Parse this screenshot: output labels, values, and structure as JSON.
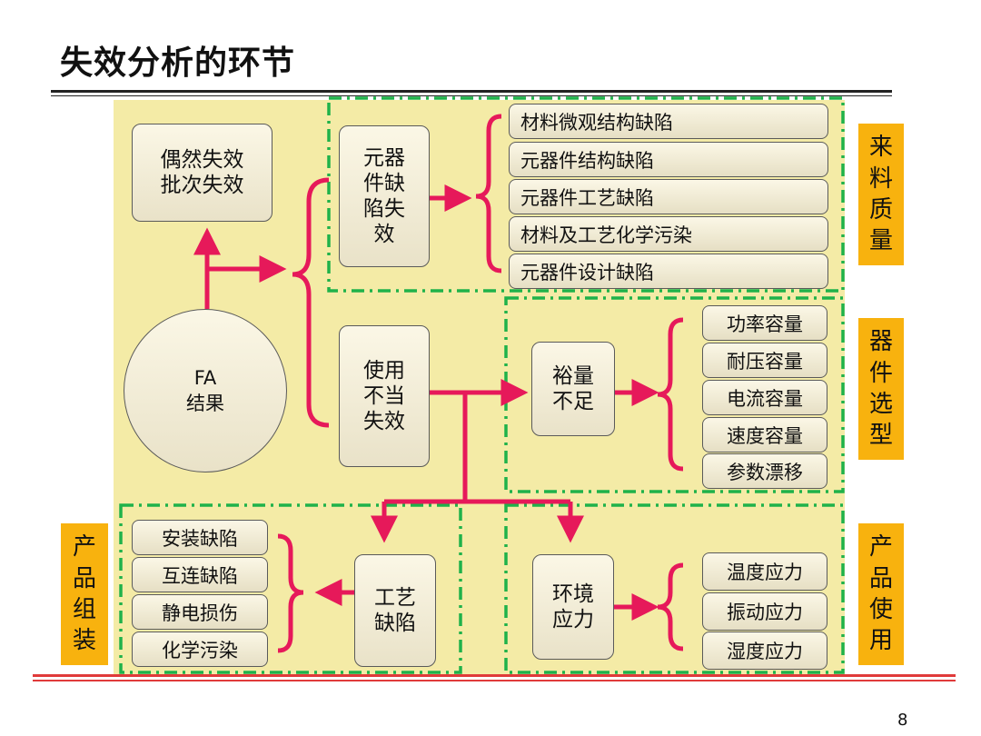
{
  "title": "失效分析的环节",
  "page_number": "8",
  "colors": {
    "panel": "#f4eba6",
    "arrow": "#e6195a",
    "dashed_border": "#1fb24a",
    "side_label": "#f8b20e",
    "footer_rule": "#e03a3a"
  },
  "fa_result": "FA\n结果",
  "random_batch": "偶然失效\n批次失效",
  "component_defect_failure": "元器\n件缺\n陷失\n效",
  "component_defects": [
    "材料微观结构缺陷",
    "元器件结构缺陷",
    "元器件工艺缺陷",
    "材料及工艺化学污染",
    "元器件设计缺陷"
  ],
  "misuse_failure": "使用\n不当\n失效",
  "insufficient_margin": "裕量\n不足",
  "margins": [
    "功率容量",
    "耐压容量",
    "电流容量",
    "速度容量",
    "参数漂移"
  ],
  "process_defect": "工艺\n缺陷",
  "assembly_defects": [
    "安装缺陷",
    "互连缺陷",
    "静电损伤",
    "化学污染"
  ],
  "env_stress": "环境\n应力",
  "stresses": [
    "温度应力",
    "振动应力",
    "湿度应力"
  ],
  "side_labels": {
    "incoming_quality": "来\n料\n质\n量",
    "device_selection": "器\n件\n选\n型",
    "product_assembly": "产\n品\n组\n装",
    "product_use": "产\n品\n使\n用"
  }
}
